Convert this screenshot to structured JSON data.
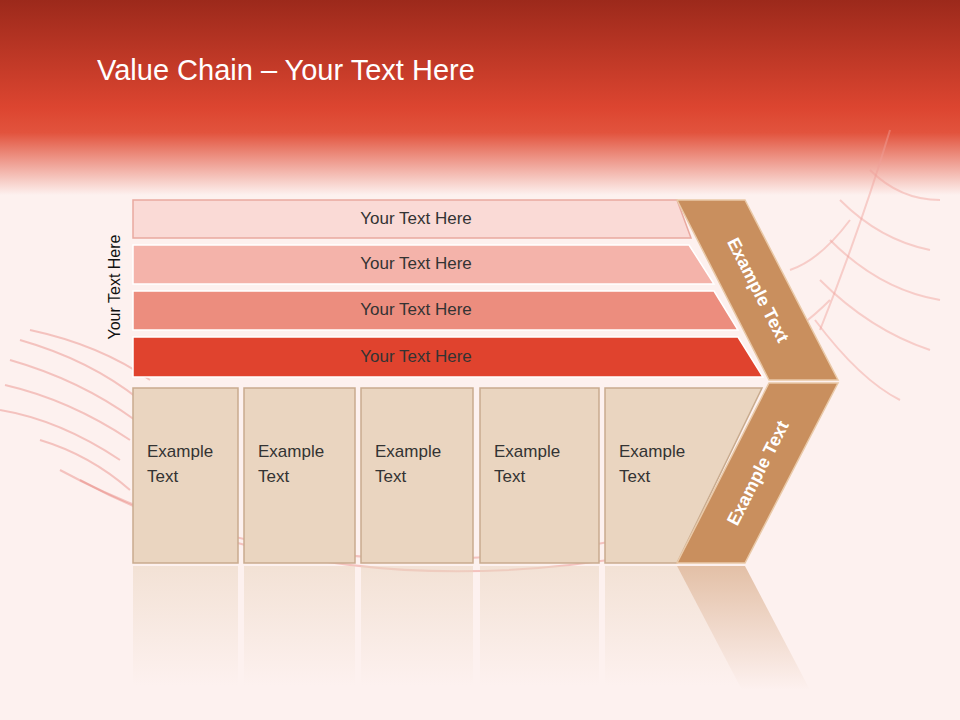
{
  "diagram": {
    "title": "Value Chain – Your Text Here",
    "nodes": [
      {
        "text": [
          "Your Text Here"
        ]
      },
      {
        "text": [
          "Your Text Here"
        ]
      },
      {
        "text": [
          "Your Text Here"
        ]
      },
      {
        "text": [
          "Your Text Here"
        ]
      },
      {
        "text": [
          "Example Text"
        ]
      },
      {
        "text": [
          "Example Text"
        ]
      },
      {
        "text": [
          "Example Text"
        ]
      },
      {
        "text": [
          "Example Text"
        ]
      },
      {
        "text": [
          "Example Text"
        ]
      },
      {
        "text": [
          "Example Text"
        ]
      },
      {
        "text": [
          "Example Text"
        ]
      }
    ],
    "labels": [
      "Your Text Here"
    ]
  }
}
